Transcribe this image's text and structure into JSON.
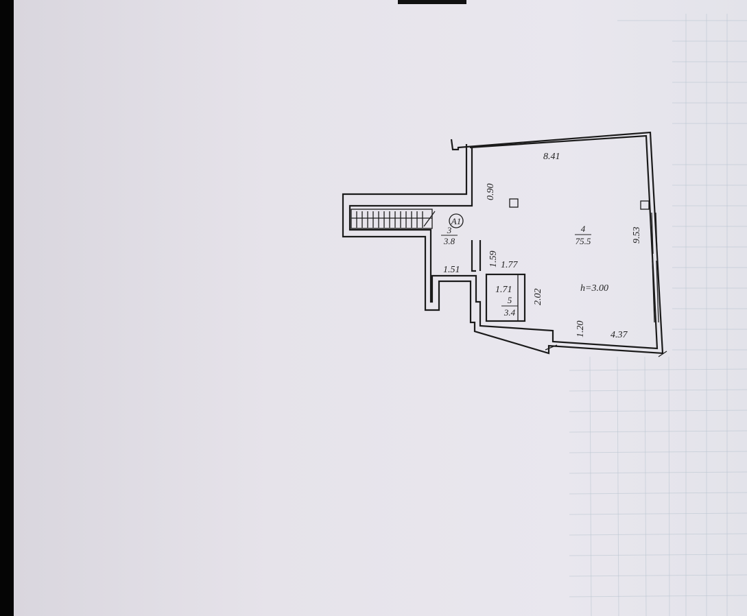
{
  "plan": {
    "stair_marker": "А1",
    "dims": {
      "top_width": "8.41",
      "notch_top": "0.90",
      "right_height": "9.53",
      "corridor_height": "1.59",
      "corridor_width": "1.77",
      "left_width": "1.51",
      "bath_width": "1.71",
      "bath_height": "2.02",
      "bottom_offset": "1.20",
      "bottom_width": "4.37"
    },
    "rooms": {
      "main": {
        "number": "4",
        "area": "75.5"
      },
      "stair": {
        "number": "3",
        "area": "3.8"
      },
      "bath": {
        "number": "5",
        "area": "3.4"
      }
    },
    "ceiling_height": "h=3.00"
  },
  "colors": {
    "paper": "#e7e5ec",
    "grid": "#b8c4cf",
    "ink": "#1a1a1a"
  }
}
